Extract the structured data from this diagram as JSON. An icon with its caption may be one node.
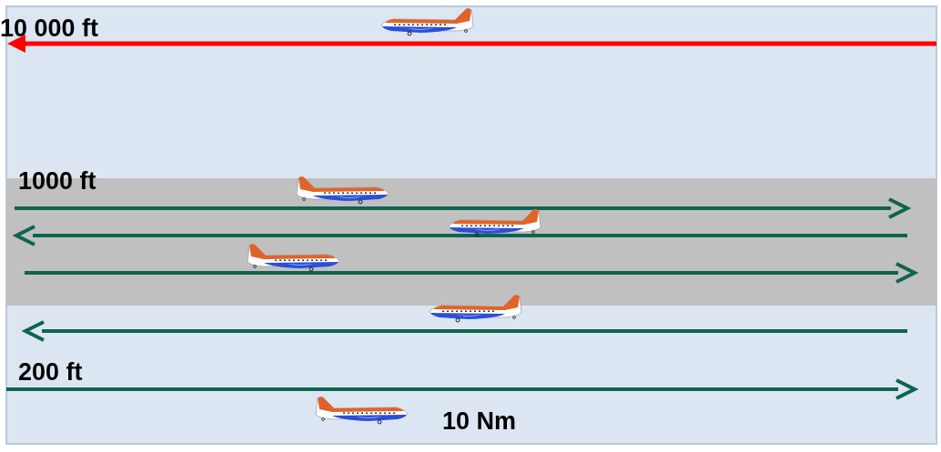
{
  "diagram": {
    "labels": [
      "10 000 ft",
      "1000 ft",
      "200 ft",
      "10 Nm"
    ]
  }
}
